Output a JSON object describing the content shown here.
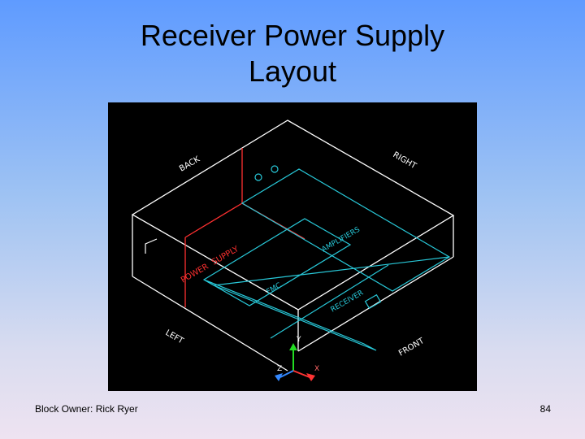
{
  "slide": {
    "title_line1": "Receiver Power Supply",
    "title_line2": "Layout",
    "footer_owner": "Block Owner:  Rick Ryer",
    "page_number": "84"
  },
  "diagram": {
    "labels": {
      "back": "BACK",
      "right": "RIGHT",
      "left": "LEFT",
      "front": "FRONT",
      "power": "POWER",
      "supply": "SUPPLY",
      "amplifiers": "AMPLIFIERS",
      "receiver": "RECEIVER",
      "fiber_mux": "FMC",
      "axis_y": "Y",
      "axis_x": "X",
      "axis_z": "Z"
    },
    "colors": {
      "background": "#000000",
      "enclosure": "#ffffff",
      "power_supply": "#ff3030",
      "modules": "#28c8d8",
      "axis_y": "#22dd22",
      "axis_x": "#ff3333",
      "axis_z": "#3388ff"
    }
  }
}
